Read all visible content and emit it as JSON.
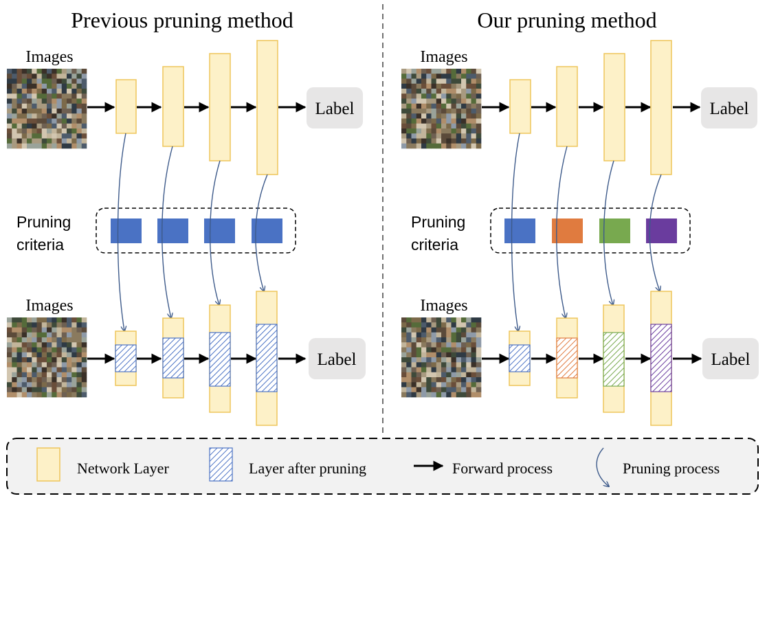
{
  "panels": [
    {
      "title": "Previous pruning method",
      "images_label_top": "Images",
      "images_label_bottom": "Images",
      "criteria_label_line1": "Pruning",
      "criteria_label_line2": "criteria",
      "output_label_top": "Label",
      "output_label_bottom": "Label",
      "criteria_colors": [
        "#4a72c4",
        "#4a72c4",
        "#4a72c4",
        "#4a72c4"
      ]
    },
    {
      "title": "Our pruning method",
      "images_label_top": "Images",
      "images_label_bottom": "Images",
      "criteria_label_line1": "Pruning",
      "criteria_label_line2": "criteria",
      "output_label_top": "Label",
      "output_label_bottom": "Label",
      "criteria_colors": [
        "#4a72c4",
        "#e07b3f",
        "#78a94f",
        "#6a3c9e"
      ]
    }
  ],
  "legend": {
    "network_layer": "Network Layer",
    "layer_after_pruning": "Layer after pruning",
    "forward_process": "Forward process",
    "pruning_process": "Pruning process"
  },
  "colors": {
    "layer_fill": "#fdf1c8",
    "layer_stroke": "#eec55a",
    "label_box": "#e7e6e6",
    "curve": "#3d5a8a",
    "legend_bg": "#f2f2f2"
  }
}
